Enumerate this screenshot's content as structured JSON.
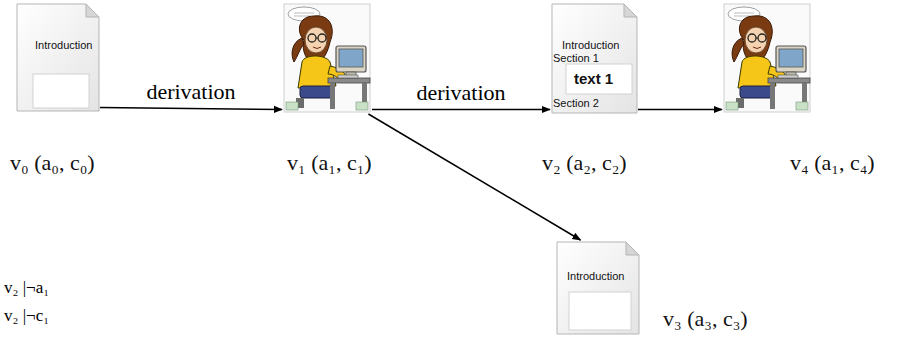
{
  "diagram": {
    "nodes": [
      {
        "text": [
          "Introduction",
          "v₀ (a₀, c₀)"
        ]
      },
      {
        "text": [
          "v₁ (a₁, c₁)"
        ]
      },
      {
        "text": [
          "Introduction",
          "Section 1",
          "text 1",
          "Section 2",
          "v₂ (a₂, c₂)"
        ]
      },
      {
        "text": [
          "Introduction",
          "v₃ (a₃, c₃)"
        ]
      },
      {
        "text": [
          "v₄ (a₁, c₄)"
        ]
      }
    ],
    "edges": [
      {
        "from": 0,
        "to": 1,
        "arrow": "to",
        "label": "derivation"
      },
      {
        "from": 1,
        "to": 2,
        "arrow": "to",
        "label": "derivation"
      },
      {
        "from": 2,
        "to": 4,
        "arrow": "to"
      },
      {
        "from": 1,
        "to": 3,
        "arrow": "to"
      }
    ],
    "labels": [
      "v₂ |¬a₁",
      "v₂ |¬c₁"
    ]
  }
}
